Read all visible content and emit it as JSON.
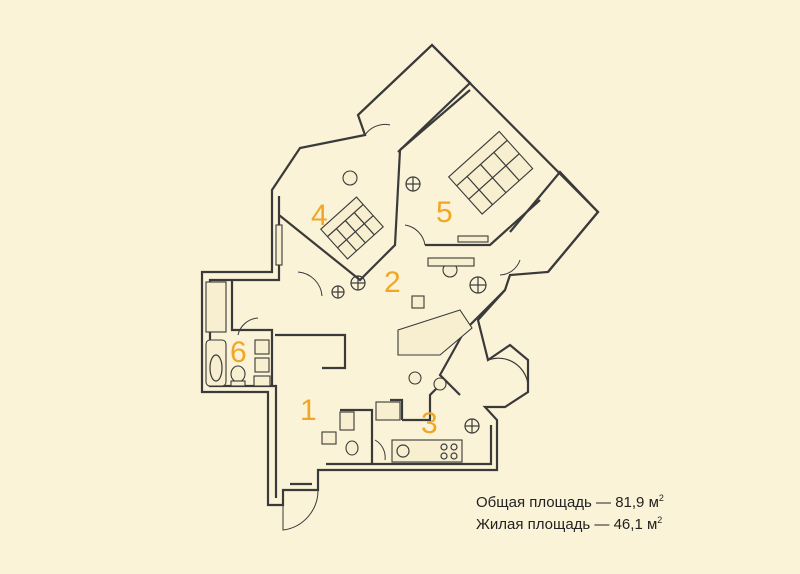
{
  "rooms": [
    {
      "id": "1",
      "label": "1"
    },
    {
      "id": "2",
      "label": "2"
    },
    {
      "id": "3",
      "label": "3"
    },
    {
      "id": "4",
      "label": "4"
    },
    {
      "id": "5",
      "label": "5"
    },
    {
      "id": "6",
      "label": "6"
    }
  ],
  "areas": {
    "total_label": "Общая площадь — 81,9 м",
    "living_label": "Жилая площадь — 46,1 м",
    "unit_power": "2"
  },
  "colors": {
    "background": "#fbf3d7",
    "walls": "#3a3a3a",
    "room_numbers": "#f0a626"
  }
}
